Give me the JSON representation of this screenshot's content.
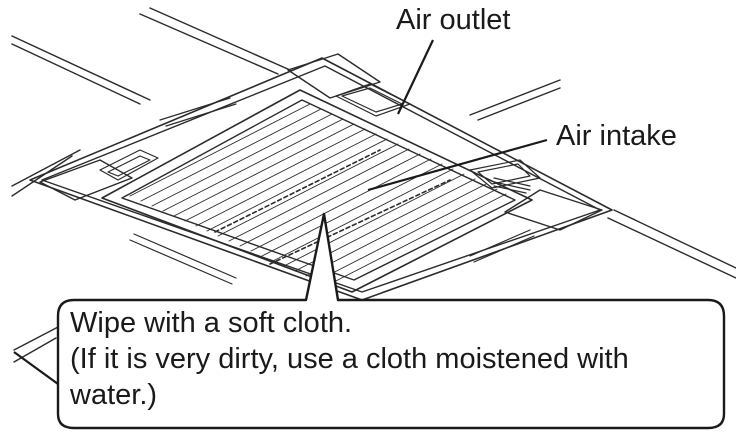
{
  "labels": {
    "air_outlet": "Air outlet",
    "air_intake": "Air intake"
  },
  "callout": {
    "line1": "Wipe with a soft cloth.",
    "line2": "(If it is very dirty, use a cloth moistened with",
    "line3": "water.)"
  }
}
